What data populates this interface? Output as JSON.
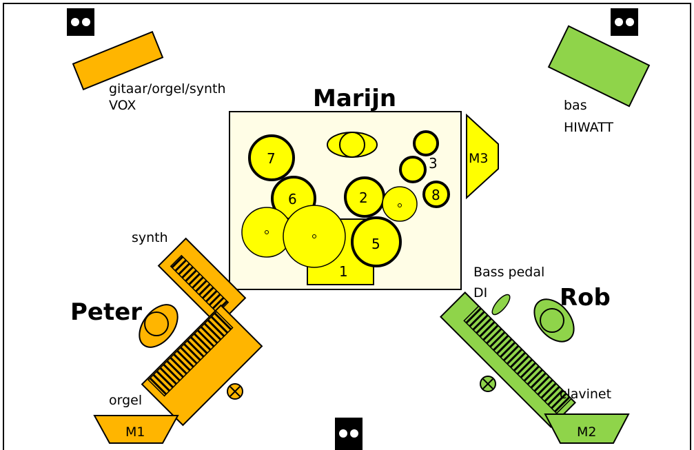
{
  "musicians": {
    "marijn": "Marijn",
    "peter": "Peter",
    "rob": "Rob"
  },
  "amps": {
    "left": [
      "gitaar/orgel/synth",
      "VOX"
    ],
    "right": [
      "bas",
      "HIWATT"
    ]
  },
  "instruments": {
    "synth": "synth",
    "orgel": "orgel",
    "bass_pedal": [
      "Bass pedal",
      "DI"
    ],
    "clavinet": "clavinet"
  },
  "monitors": {
    "m1": "M1",
    "m2": "M2",
    "m3": "M3"
  },
  "drums": {
    "d1": "1",
    "d2": "2",
    "d3": "3",
    "d5": "5",
    "d6": "6",
    "d7": "7",
    "d8": "8"
  },
  "colors": {
    "drum_riser": "#fffde6",
    "drum": "#ffff00",
    "peter": "#ffb500",
    "rob": "#8fd44a",
    "outline": "#000000"
  },
  "icons": {
    "speaker": "speaker-icon",
    "mic_stand": "mic-stand-icon"
  }
}
